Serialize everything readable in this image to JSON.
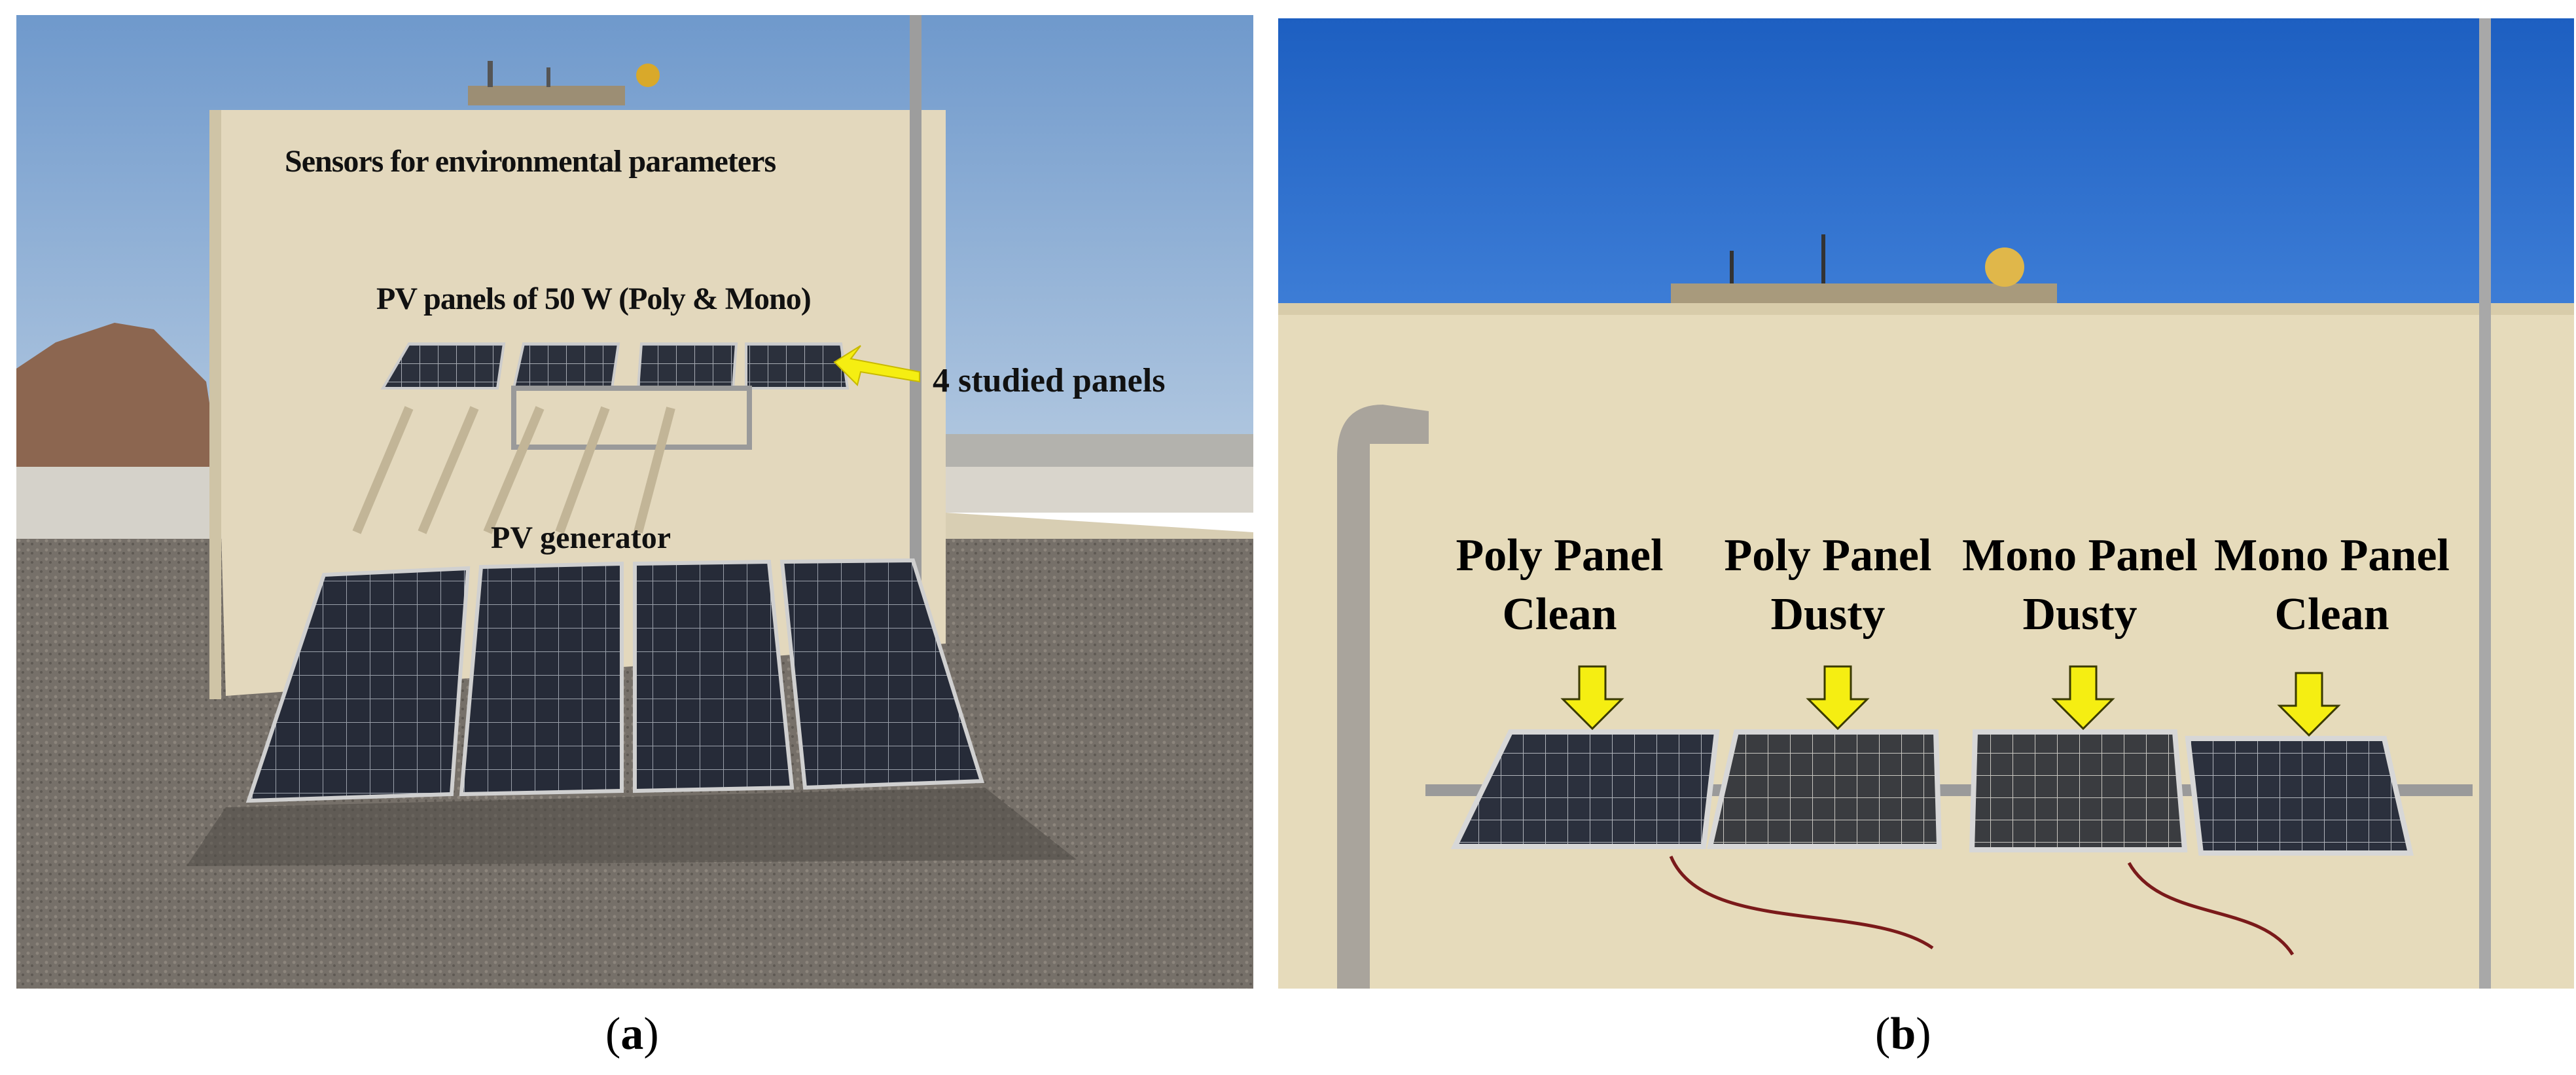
{
  "panel_a": {
    "caption_letter": "a",
    "labels": {
      "sensors": "Sensors for environmental parameters",
      "pv_panels": "PV panels of 50 W (Poly & Mono)",
      "studied": "4 studied panels",
      "generator": "PV generator"
    }
  },
  "panel_b": {
    "caption_letter": "b",
    "panel_labels": [
      {
        "line1": "Poly Panel",
        "line2": "Clean"
      },
      {
        "line1": "Poly Panel",
        "line2": "Dusty"
      },
      {
        "line1": "Mono Panel",
        "line2": "Dusty"
      },
      {
        "line1": "Mono Panel",
        "line2": "Clean"
      }
    ]
  },
  "colors": {
    "sky_a": "#7ea6d2",
    "sky_b": "#1f64c6",
    "wall": "#e4d8b6",
    "arrow": "#f5ee12",
    "panel": "#2a2f3c"
  }
}
